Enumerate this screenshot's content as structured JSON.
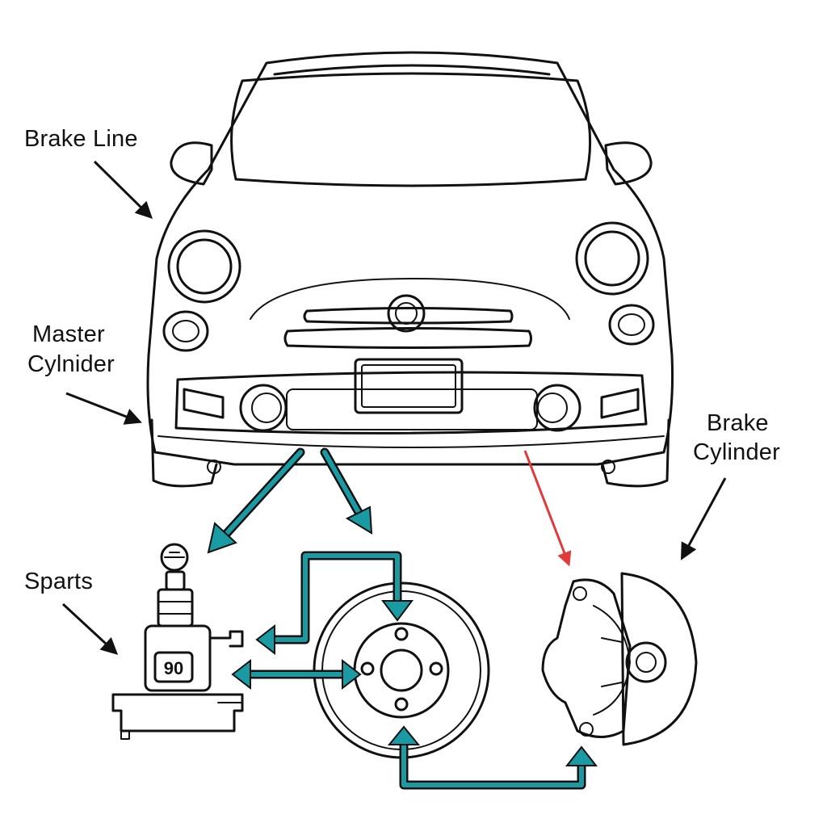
{
  "labels": {
    "brake_line": "Brake Line",
    "master_cylinder_line1": "Master",
    "master_cylinder_line2": "Cylnider",
    "brake_cylinder_line1": "Brake",
    "brake_cylinder_line2": "Cylinder",
    "sparts": "Sparts",
    "gauge_value": "90"
  },
  "colors": {
    "flow_arrow": "#1a9aa2",
    "highlight_arrow": "#e03a3a",
    "ink": "#111111",
    "background": "#ffffff"
  },
  "icons": {
    "pointer": "arrow-icon",
    "flow": "teal-flow-arrow-icon"
  }
}
